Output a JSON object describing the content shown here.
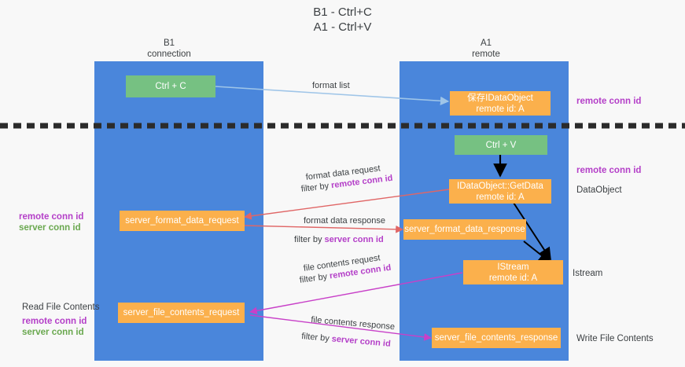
{
  "title": {
    "line1": "B1 - Ctrl+C",
    "line2": "A1 - Ctrl+V"
  },
  "columns": [
    {
      "name": "B1",
      "sub": "connection"
    },
    {
      "name": "A1",
      "sub": "remote"
    }
  ],
  "colors": {
    "lane": "#4a86db",
    "node_green": "#76c182",
    "node_orange": "#fbb04c",
    "accent_purple": "#b43fc8",
    "accent_green": "#6aa84f",
    "edge_blue": "#9fc5e8",
    "edge_red": "#e06666",
    "edge_magenta": "#c840c8",
    "edge_black": "#000000",
    "text_dark": "#3c4043",
    "background": "#f8f8f8"
  },
  "nodes": {
    "ctrl_c": {
      "line1": "Ctrl + C"
    },
    "save_idataobject": {
      "line1": "保存IDataObject",
      "line2": "remote id: A"
    },
    "ctrl_v": {
      "line1": "Ctrl + V"
    },
    "getdata": {
      "line1": "IDataObject::GetData",
      "line2": "remote id: A"
    },
    "server_format_data_request": {
      "line1": "server_format_data_request"
    },
    "server_format_data_response": {
      "line1": "server_format_data_response"
    },
    "istream": {
      "line1": "IStream",
      "line2": "remote id: A"
    },
    "server_file_contents_request": {
      "line1": "server_file_contents_request"
    },
    "server_file_contents_response": {
      "line1": "server_file_contents_response"
    }
  },
  "edge_labels": {
    "format_list": "format list",
    "format_data_request": "format data request",
    "format_data_request_filter_prefix": "filter by ",
    "format_data_request_filter_key": "remote conn id",
    "format_data_response": "format data response",
    "format_data_response_filter_prefix": "filter by ",
    "format_data_response_filter_key": "server conn id",
    "file_contents_request": "file contents request",
    "file_contents_request_filter_prefix": "filter by ",
    "file_contents_request_filter_key": "remote conn id",
    "file_contents_response": "file contents response",
    "file_contents_response_filter_prefix": "filter by ",
    "file_contents_response_filter_key": "server conn id"
  },
  "annotations": {
    "right_remote_conn_id_top": "remote conn id",
    "right_remote_conn_id_mid": "remote conn id",
    "right_dataobject": "DataObject",
    "right_istream": "Istream",
    "right_write_file_contents": "Write File Contents",
    "left_remote_conn_id_mid": "remote conn id",
    "left_server_conn_id_mid": "server conn id",
    "left_read_file_contents": "Read File Contents",
    "left_remote_conn_id_bot": "remote conn id",
    "left_server_conn_id_bot": "server conn id"
  }
}
